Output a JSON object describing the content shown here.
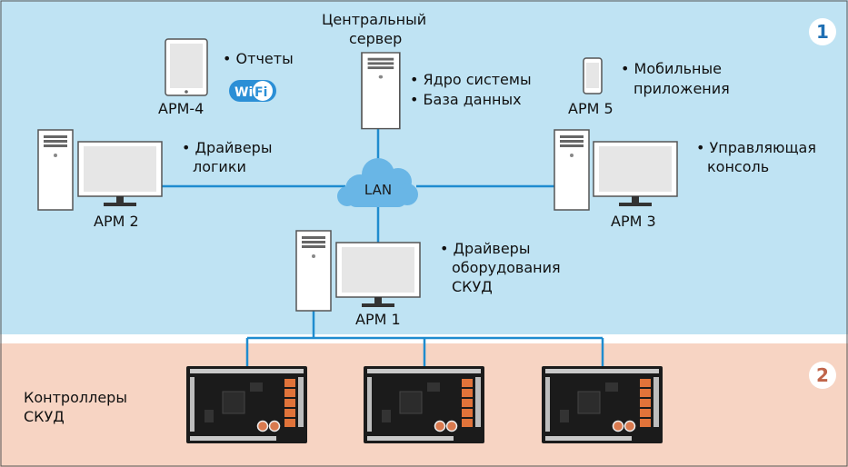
{
  "zones": {
    "zone1_number": "1",
    "zone2_number": "2"
  },
  "network": {
    "lan_label": "LAN",
    "wifi_logo_text": "WiFi"
  },
  "nodes": {
    "server": {
      "title_line1": "Центральный",
      "title_line2": "сервер",
      "feature1": "Ядро системы",
      "feature2": "База данных"
    },
    "apm4": {
      "label": "АРМ-4",
      "feature": "Отчеты"
    },
    "apm5": {
      "label": "АРМ 5",
      "feature_line1": "Мобильные",
      "feature_line2": "приложения"
    },
    "apm2": {
      "label": "АРМ 2",
      "feature_line1": "Драйверы",
      "feature_line2": "логики"
    },
    "apm3": {
      "label": "АРМ 3",
      "feature_line1": "Управляющая",
      "feature_line2": "консоль"
    },
    "apm1": {
      "label": "АРМ 1",
      "feature_line1": "Драйверы",
      "feature_line2": "оборудования",
      "feature_line3": "СКУД"
    }
  },
  "controllers": {
    "label_line1": "Контроллеры",
    "label_line2": "СКУД"
  },
  "colors": {
    "zone1_bg": "#bfe3f3",
    "zone2_bg": "#f7d4c3",
    "link": "#1f8ccf",
    "cloud": "#69b6e6"
  }
}
